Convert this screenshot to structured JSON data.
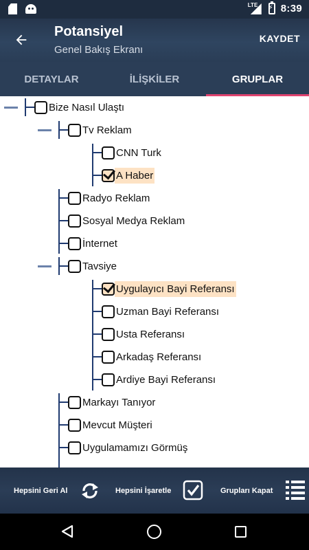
{
  "status_bar": {
    "time": "8:39",
    "network": "LTE"
  },
  "app_bar": {
    "title": "Potansiyel",
    "subtitle": "Genel Bakış Ekranı",
    "save_label": "KAYDET"
  },
  "tabs": [
    {
      "label": "DETAYLAR",
      "active": false
    },
    {
      "label": "İLİŞKİLER",
      "active": false
    },
    {
      "label": "GRUPLAR",
      "active": true
    }
  ],
  "tree": {
    "root": {
      "label": "Bize Nasıl Ulaştı",
      "checked": false
    },
    "tv": {
      "label": "Tv Reklam",
      "checked": false
    },
    "tv_cnn": {
      "label": "CNN Turk",
      "checked": false
    },
    "tv_ahaber": {
      "label": "A Haber",
      "checked": true
    },
    "radyo": {
      "label": "Radyo Reklam",
      "checked": false
    },
    "sosyal": {
      "label": "Sosyal Medya Reklam",
      "checked": false
    },
    "internet": {
      "label": "İnternet",
      "checked": false
    },
    "tavsiye": {
      "label": "Tavsiye",
      "checked": false
    },
    "tavsiye_uyg": {
      "label": "Uygulayıcı Bayi Referansı",
      "checked": true
    },
    "tavsiye_uzman": {
      "label": "Uzman Bayi Referansı",
      "checked": false
    },
    "tavsiye_usta": {
      "label": "Usta Referansı",
      "checked": false
    },
    "tavsiye_arkadas": {
      "label": "Arkadaş Referansı",
      "checked": false
    },
    "tavsiye_ardiye": {
      "label": "Ardiye Bayi Referansı",
      "checked": false
    },
    "markayi": {
      "label": "Markayı Tanıyor",
      "checked": false
    },
    "mevcut": {
      "label": "Mevcut Müşteri",
      "checked": false
    },
    "uygulama": {
      "label": "Uygulamamızı Görmüş",
      "checked": false
    }
  },
  "toolbar": {
    "undo_all_label": "Hepsini Geri Al",
    "check_all_label": "Hepsini İşaretle",
    "collapse_label": "Grupları Kapat",
    "icons": [
      "sync-icon",
      "checkbox-icon",
      "list-icon"
    ]
  },
  "colors": {
    "primary": "#2b3e57",
    "accent": "#e0436f",
    "selected_bg": "#fde2c4",
    "tree_line": "#1f3a70"
  }
}
